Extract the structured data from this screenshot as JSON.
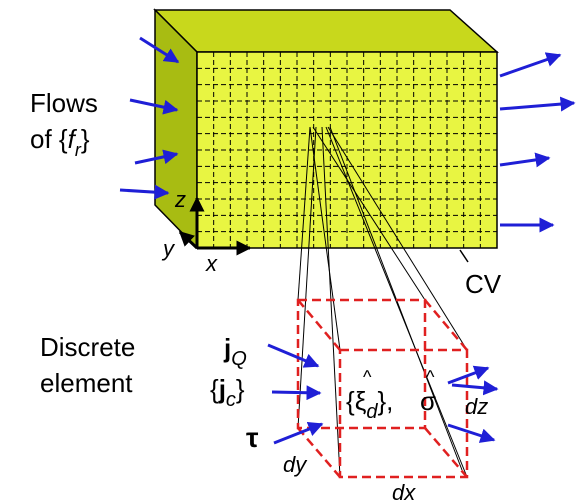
{
  "left_label": {
    "line1": "Flows",
    "line2_prefix": "of {",
    "line2_symbol": "f",
    "line2_sub": "r",
    "line2_suffix": "}"
  },
  "cv_label": "CV",
  "axes": {
    "x": "x",
    "y": "y",
    "z": "z"
  },
  "discrete_label": {
    "line1": "Discrete",
    "line2": "element"
  },
  "flux_labels": {
    "jQ_main": "j",
    "jQ_sub": "Q",
    "jc_open": "{",
    "jc_main": "j",
    "jc_sub": "c",
    "jc_close": "}",
    "tau": "τ",
    "xi_open": "{",
    "xi_main": "ξ",
    "xi_sub": "d",
    "xi_close": "},",
    "sigma": "σ",
    "hat": "^"
  },
  "dimensions": {
    "dx": "dx",
    "dy": "dy",
    "dz": "dz"
  },
  "colors": {
    "box_front": "#e8f542",
    "box_top": "#c8d81c",
    "box_side": "#a8bc12",
    "grid": "#000000",
    "arrow": "#1f1fd6",
    "element": "#e02020"
  }
}
